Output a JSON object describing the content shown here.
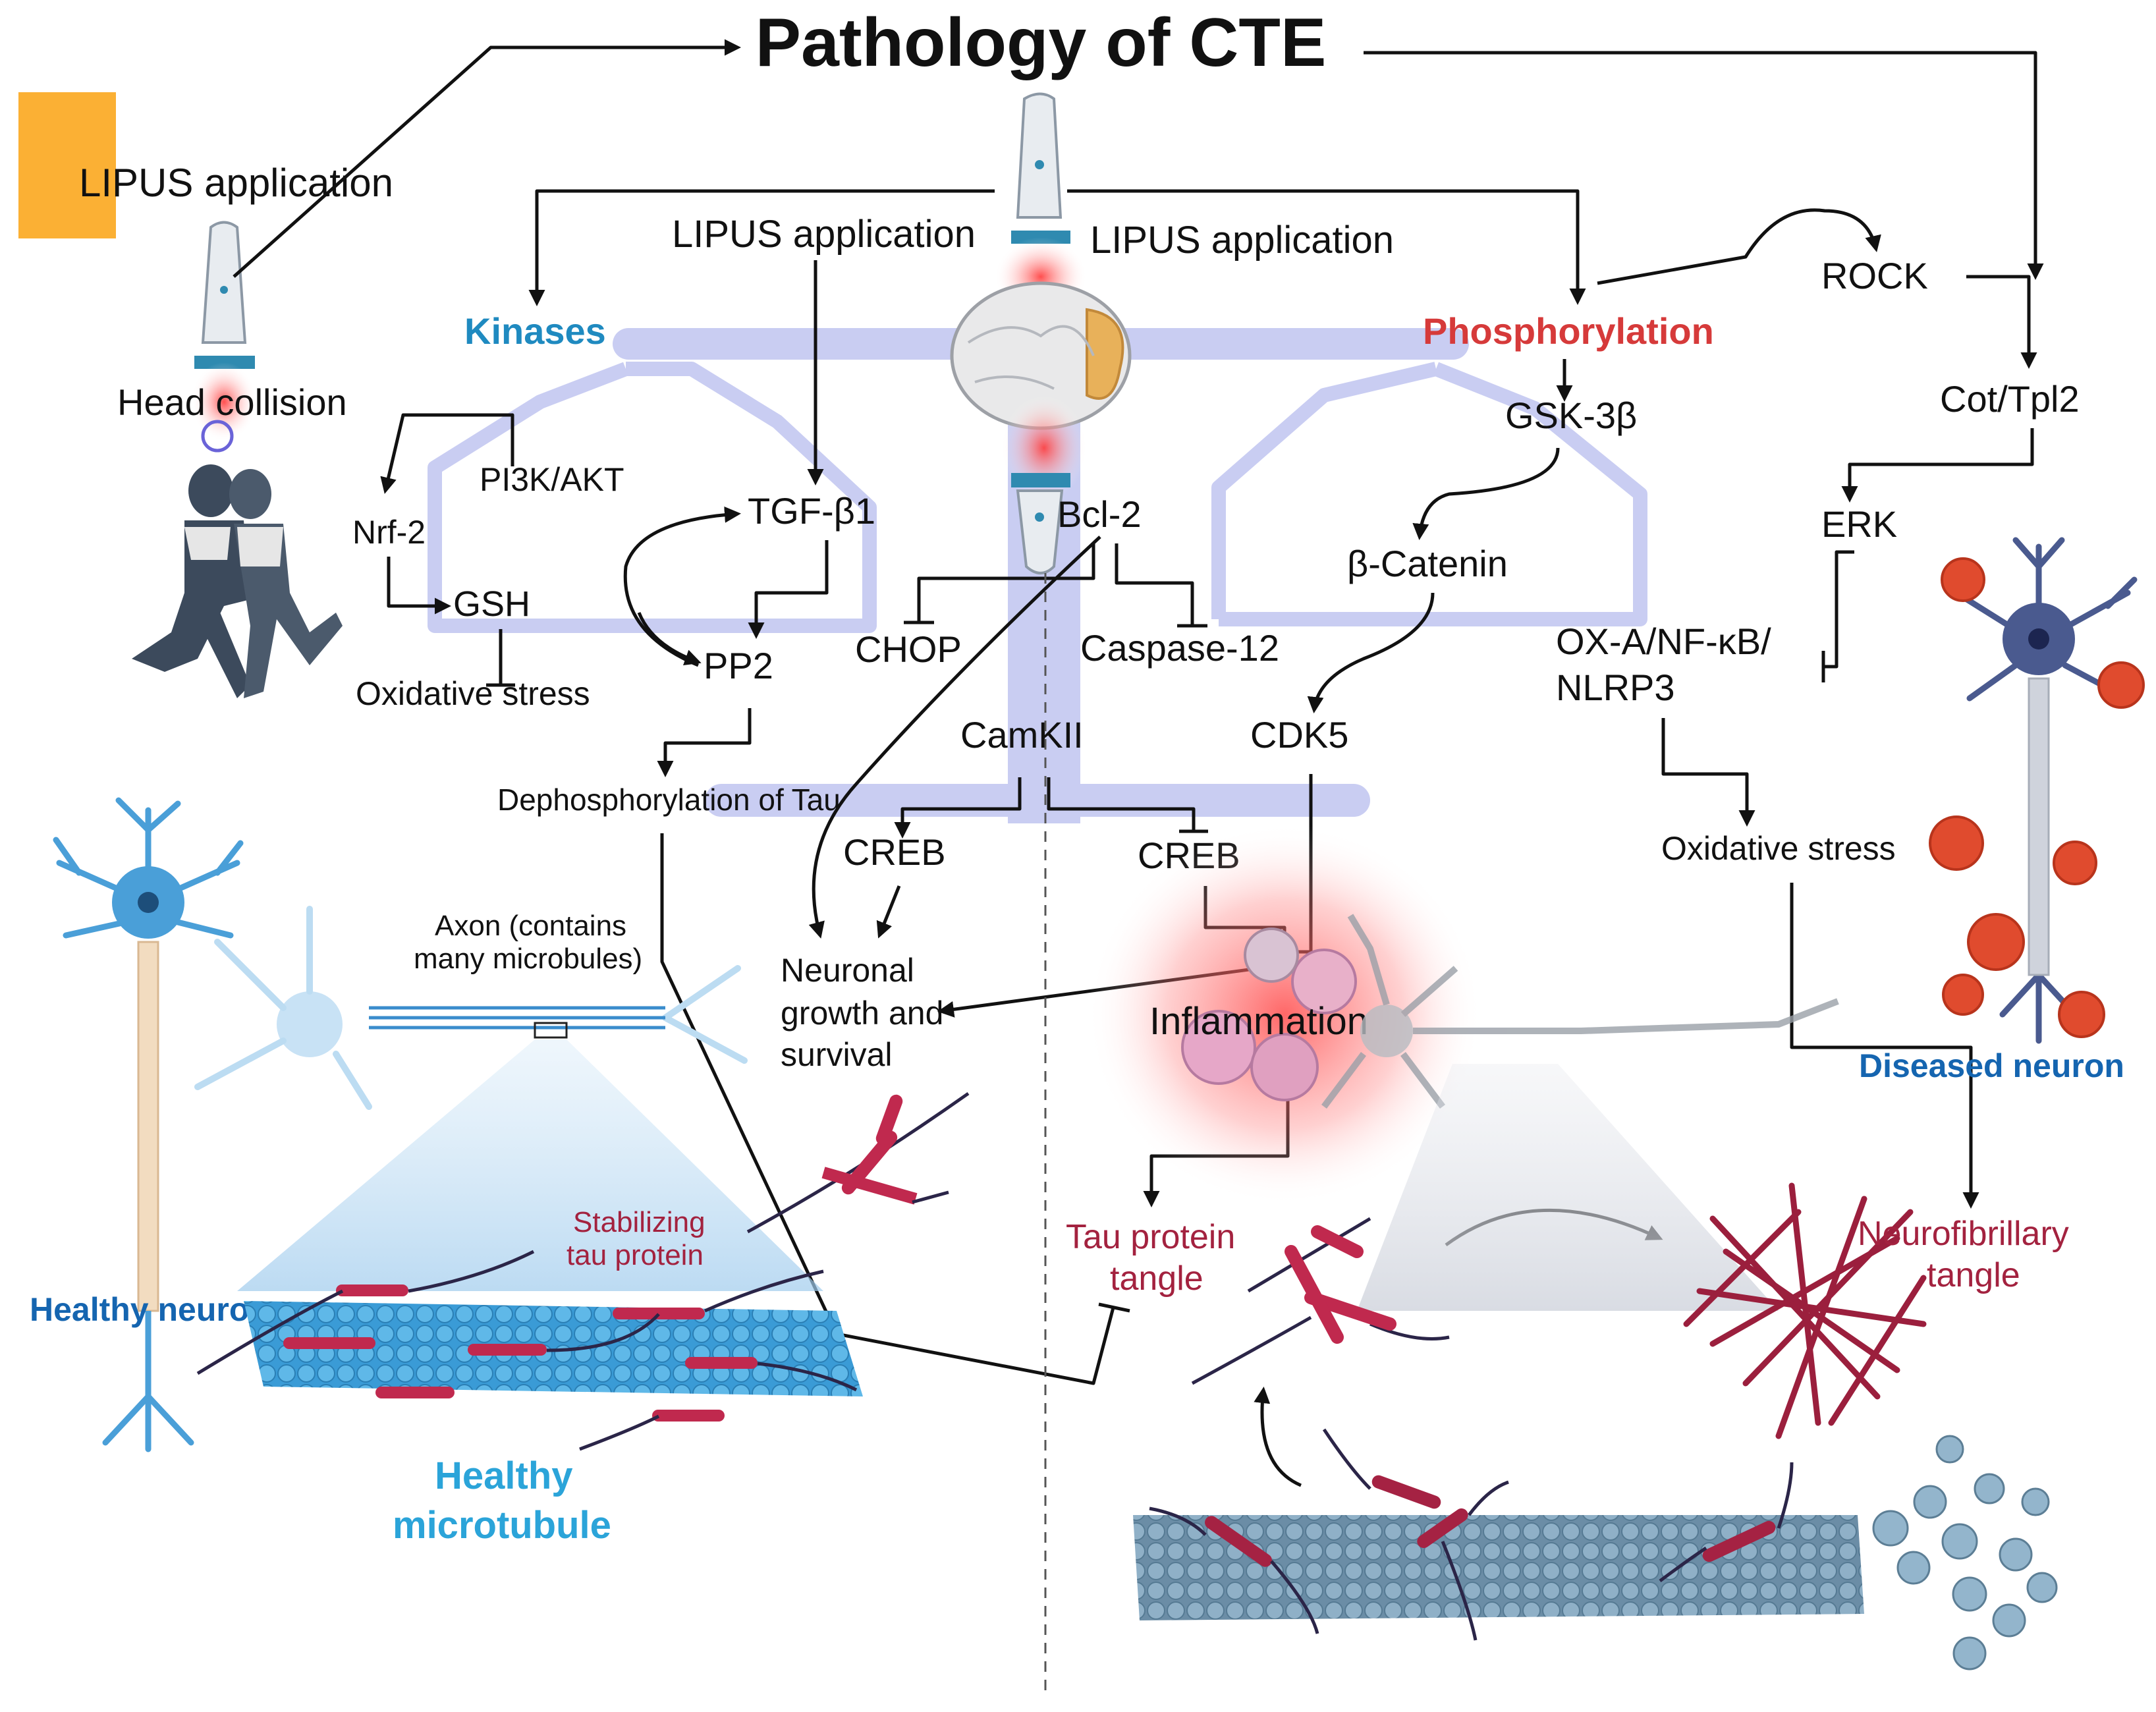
{
  "title": "Pathology of CTE",
  "lipus_badge_label": "LIPUS application",
  "lipus_left": "LIPUS application",
  "lipus_right": "LIPUS application",
  "kinases": "Kinases",
  "phosphorylation": "Phosphorylation",
  "head_collision": "Head collision",
  "pi3k": "PI3K/AKT",
  "nrf2": "Nrf-2",
  "gsh": "GSH",
  "oxidative_left": "Oxidative stress",
  "tgf": "TGF-β1",
  "pp2": "PP2",
  "dephos": "Dephosphorylation of Tau",
  "bcl2": "Bcl-2",
  "chop": "CHOP",
  "caspase": "Caspase-12",
  "camkii": "CamKII",
  "creb_left": "CREB",
  "creb_right": "CREB",
  "neuronal_growth": [
    "Neuronal",
    "growth and",
    "survival"
  ],
  "cdk5": "CDK5",
  "inflammation": "Inflammation",
  "gsk": "GSK-3β",
  "catenin": "β-Catenin",
  "rock": "ROCK",
  "cot": "Cot/Tpl2",
  "erk": "ERK",
  "ox_nfkb": [
    "OX-A/NF-κB/",
    "NLRP3"
  ],
  "oxidative_right": "Oxidative stress",
  "axon": [
    "Axon (contains",
    "many microbules)"
  ],
  "stabilizing": [
    "Stabilizing",
    "tau protein"
  ],
  "healthy_neuron": "Healthy neuron",
  "healthy_microtubule": [
    "Healthy",
    "microtubule"
  ],
  "tau_tangle": [
    "Tau protein",
    "tangle"
  ],
  "neurofibrillary": [
    "Neurofibrillary",
    "tangle"
  ],
  "diseased_neuron": "Diseased neuron",
  "colors": {
    "kinases": "#1f8ac0",
    "phosphorylation": "#d63a3a",
    "neuron_labels": "#1565b0",
    "tangle_labels": "#a3223f",
    "scale": "#c9cdf2",
    "badge": "#fbb034"
  }
}
